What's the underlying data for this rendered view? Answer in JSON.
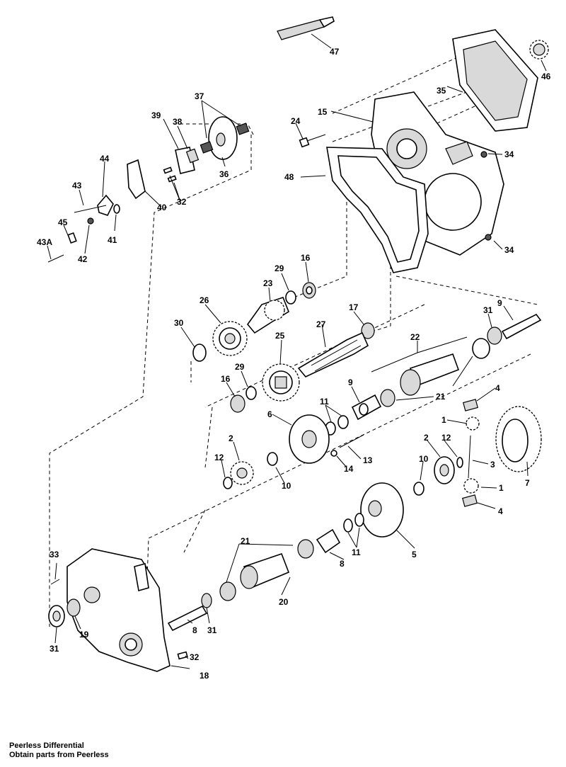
{
  "caption": {
    "line1": "Peerless Differential",
    "line2": "Obtain parts from Peerless"
  },
  "callouts": [
    {
      "id": "c47",
      "label": "47"
    },
    {
      "id": "c46",
      "label": "46"
    },
    {
      "id": "c35",
      "label": "35"
    },
    {
      "id": "c37",
      "label": "37"
    },
    {
      "id": "c39",
      "label": "39"
    },
    {
      "id": "c38",
      "label": "38"
    },
    {
      "id": "c15",
      "label": "15"
    },
    {
      "id": "c24",
      "label": "24"
    },
    {
      "id": "c34a",
      "label": "34"
    },
    {
      "id": "c44",
      "label": "44"
    },
    {
      "id": "c36",
      "label": "36"
    },
    {
      "id": "c48",
      "label": "48"
    },
    {
      "id": "c43",
      "label": "43"
    },
    {
      "id": "c32a",
      "label": "32"
    },
    {
      "id": "c40",
      "label": "40"
    },
    {
      "id": "c45",
      "label": "45"
    },
    {
      "id": "c41",
      "label": "41"
    },
    {
      "id": "c43a",
      "label": "43A"
    },
    {
      "id": "c42",
      "label": "42"
    },
    {
      "id": "c34b",
      "label": "34"
    },
    {
      "id": "c16a",
      "label": "16"
    },
    {
      "id": "c29a",
      "label": "29"
    },
    {
      "id": "c23",
      "label": "23"
    },
    {
      "id": "c26",
      "label": "26"
    },
    {
      "id": "c17",
      "label": "17"
    },
    {
      "id": "c9a",
      "label": "9"
    },
    {
      "id": "c31a",
      "label": "31"
    },
    {
      "id": "c30",
      "label": "30"
    },
    {
      "id": "c27",
      "label": "27"
    },
    {
      "id": "c25",
      "label": "25"
    },
    {
      "id": "c22",
      "label": "22"
    },
    {
      "id": "c29b",
      "label": "29"
    },
    {
      "id": "c16b",
      "label": "16"
    },
    {
      "id": "c9b",
      "label": "9"
    },
    {
      "id": "c21a",
      "label": "21"
    },
    {
      "id": "c4a",
      "label": "4"
    },
    {
      "id": "c11a",
      "label": "11"
    },
    {
      "id": "c6",
      "label": "6"
    },
    {
      "id": "c1a",
      "label": "1"
    },
    {
      "id": "c2a",
      "label": "2"
    },
    {
      "id": "c2b",
      "label": "2"
    },
    {
      "id": "c12a",
      "label": "12"
    },
    {
      "id": "c13",
      "label": "13"
    },
    {
      "id": "c12b",
      "label": "12"
    },
    {
      "id": "c14",
      "label": "14"
    },
    {
      "id": "c10a",
      "label": "10"
    },
    {
      "id": "c10b",
      "label": "10"
    },
    {
      "id": "c3",
      "label": "3"
    },
    {
      "id": "c7",
      "label": "7"
    },
    {
      "id": "c1b",
      "label": "1"
    },
    {
      "id": "c4b",
      "label": "4"
    },
    {
      "id": "c21b",
      "label": "21"
    },
    {
      "id": "c11b",
      "label": "11"
    },
    {
      "id": "c5",
      "label": "5"
    },
    {
      "id": "c33",
      "label": "33"
    },
    {
      "id": "c8a",
      "label": "8"
    },
    {
      "id": "c20",
      "label": "20"
    },
    {
      "id": "c19",
      "label": "19"
    },
    {
      "id": "c31b",
      "label": "31"
    },
    {
      "id": "c8b",
      "label": "8"
    },
    {
      "id": "c31c",
      "label": "31"
    },
    {
      "id": "c32b",
      "label": "32"
    },
    {
      "id": "c18",
      "label": "18"
    }
  ]
}
